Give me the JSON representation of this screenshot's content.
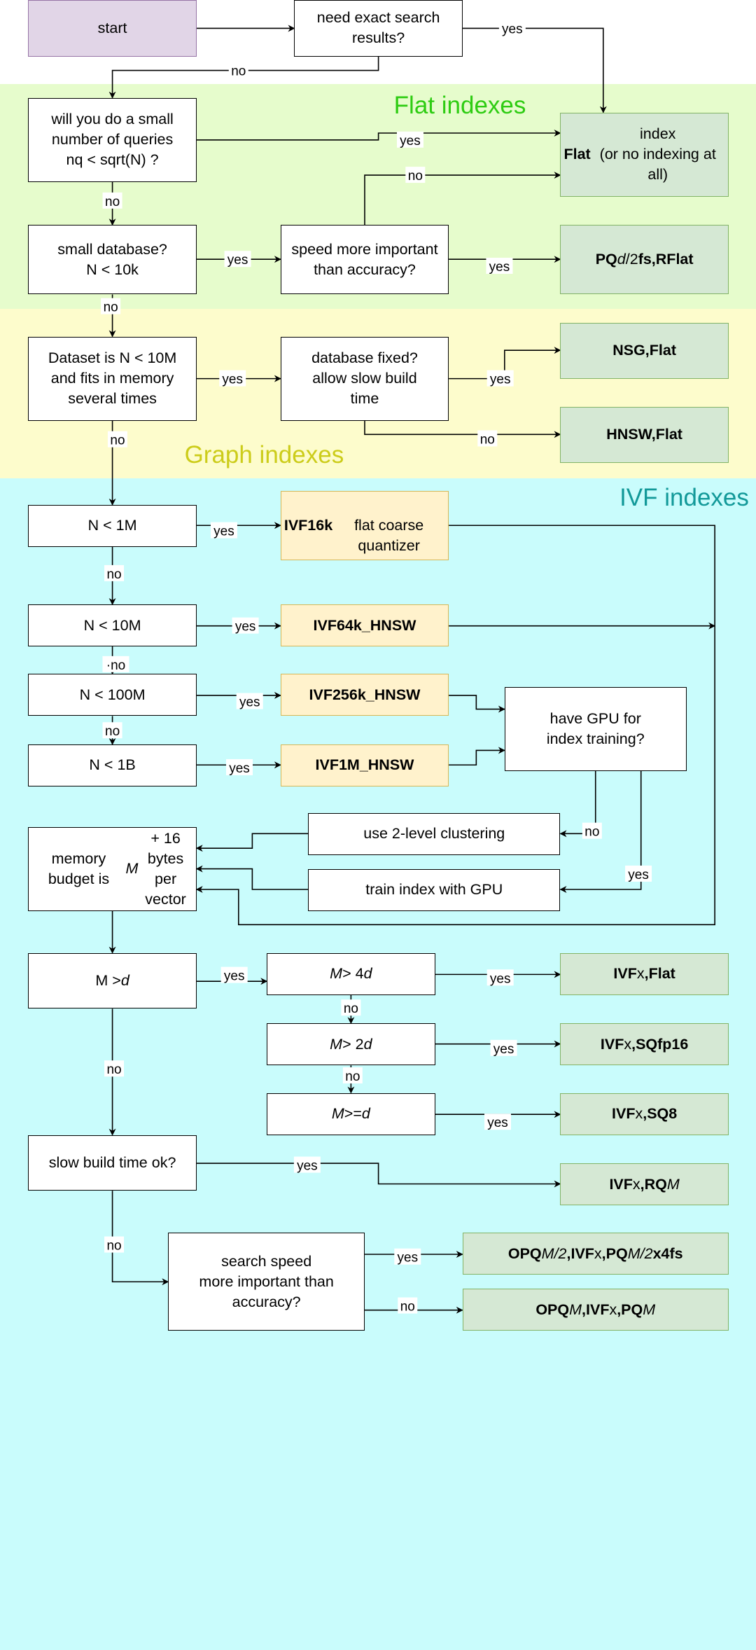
{
  "colors": {
    "flat_band": "#e6fccc",
    "graph_band": "#fdfccc",
    "ivf_band": "#c9fcfc",
    "flat_title": "#2ecc12",
    "graph_title": "#cccc1a",
    "ivf_title": "#129999",
    "start_fill": "#e1d5e7",
    "green_fill": "#d5e8d4",
    "orange_fill": "#fff2cc"
  },
  "bands": {
    "flat": "Flat indexes",
    "graph": "Graph indexes",
    "ivf": "IVF indexes"
  },
  "nodes": {
    "start": "start",
    "exact": "need exact search\nresults?",
    "fewq": "will you do a small\nnumber of queries\nnq < sqrt(N) ?",
    "smalldb": "small database?\nN < 10k",
    "speed1": "speed more important\nthan accuracy?",
    "fits": "Dataset is N < 10M\nand fits in memory\nseveral times",
    "dbfixed": "database fixed?\nallow slow build\ntime",
    "n1m": "N < 1M",
    "n10m": "N < 10M",
    "n100m": "N < 100M",
    "n1b": "N < 1B",
    "gpu": "have GPU for\nindex training?",
    "twolevel": "use 2-level clustering",
    "traingpu": "train index with GPU",
    "memory": "memory budget is\nM + 16 bytes\nper vector",
    "mgt": "M > d",
    "m4d": "M > 4d",
    "m2d": "M > 2d",
    "mged": "M >= d",
    "slowbuild": "slow build time ok?",
    "speed2": "search speed\nmore important than\naccuracy?",
    "flat_index": "Flat index\n(or no indexing at all)",
    "pq_fs": "PQd/2fs,RFlat",
    "nsg": "NSG,Flat",
    "hnsw": "HNSW,Flat",
    "ivf16k": "IVF16k\nflat coarse quantizer",
    "ivf64k": "IVF64k_HNSW",
    "ivf256k": "IVF256k_HNSW",
    "ivf1m": "IVF1M_HNSW",
    "ivfx_flat": "IVFx,Flat",
    "ivfx_sqfp16": "IVFx,SQfp16",
    "ivfx_sq8": "IVFx,SQ8",
    "ivfx_rqm": "IVFx,RQM",
    "opq_fast": "OPQM/2,IVFx,PQM/2x4fs",
    "opq": "OPQM,IVFx,PQM"
  },
  "edge_labels": {
    "yes": "yes",
    "no": "no",
    "dot_no": "·no"
  }
}
